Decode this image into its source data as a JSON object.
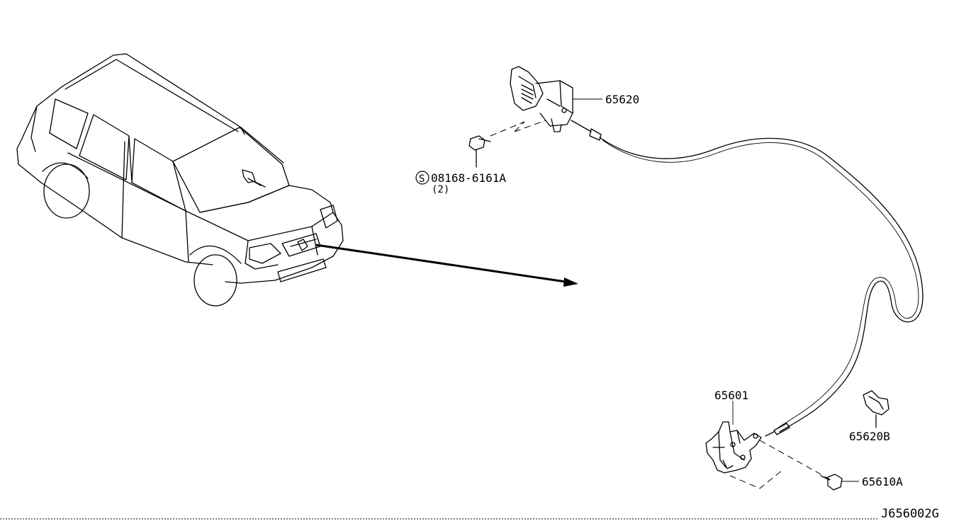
{
  "diagram_code": "J656002G",
  "parts": {
    "release_handle": "65620",
    "bolt": "08168-6161A",
    "bolt_qty": "(2)",
    "bolt_symbol": "S",
    "hood_lock": "65601",
    "cable_clip": "65620B",
    "lock_bolt": "65610A"
  }
}
